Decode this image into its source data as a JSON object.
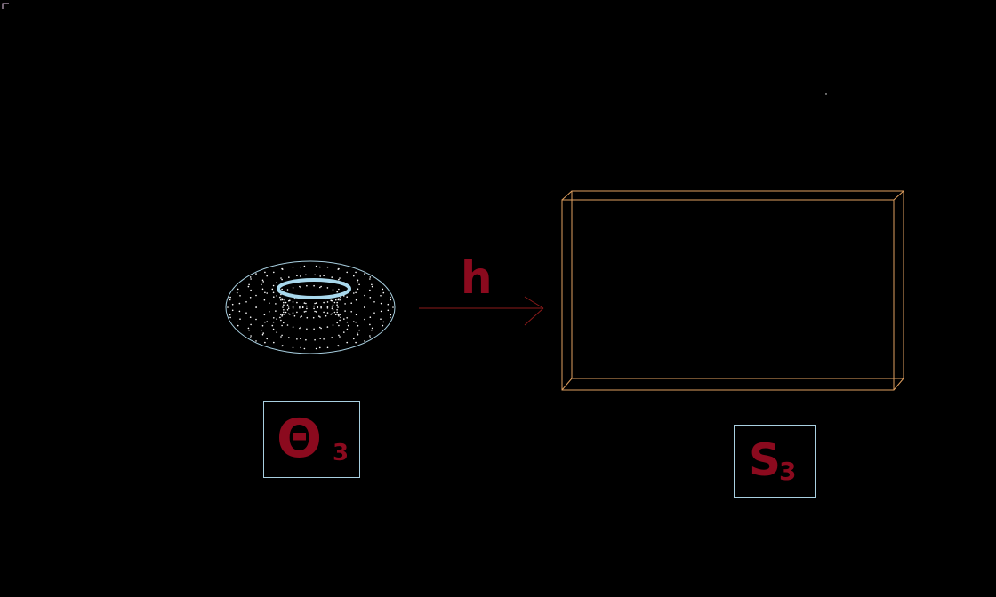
{
  "colors": {
    "background": "#000000",
    "label_text": "#8b0a1e",
    "label_border": "#a8cfe0",
    "torus_outline": "#a8cfe0",
    "torus_hole": "#a8d8ec",
    "torus_dots": "#ffffff",
    "arrow": "#8b1a1a",
    "box_wire": "#e0a060",
    "corner_mark": "#e8c8e8"
  },
  "source_object": {
    "shape": "torus",
    "label_main": "Θ",
    "label_sub": "3"
  },
  "mapping": {
    "label": "h",
    "direction": "right"
  },
  "target_object": {
    "shape": "wireframe-box",
    "label_main": "S",
    "label_sub": "3"
  }
}
